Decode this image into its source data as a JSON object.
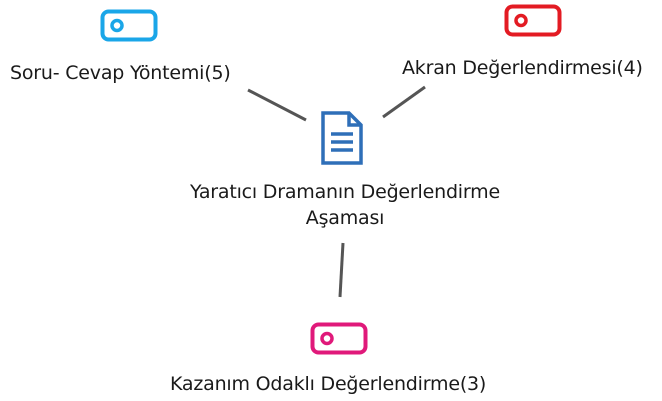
{
  "diagram": {
    "center": {
      "label_line1": "Yaratıcı Dramanın Değerlendirme",
      "label_line2": "Aşaması",
      "icon": "document-icon",
      "color": "#2E6FB8"
    },
    "nodes": [
      {
        "label": "Soru- Cevap Yöntemi(5)",
        "icon": "tag-icon",
        "color": "#1AA6E8"
      },
      {
        "label": "Akran Değerlendirmesi(4)",
        "icon": "tag-icon",
        "color": "#E31B23"
      },
      {
        "label": "Kazanım Odaklı Değerlendirme(3)",
        "icon": "tag-icon",
        "color": "#E0197A"
      }
    ],
    "connector_color": "#555555"
  }
}
